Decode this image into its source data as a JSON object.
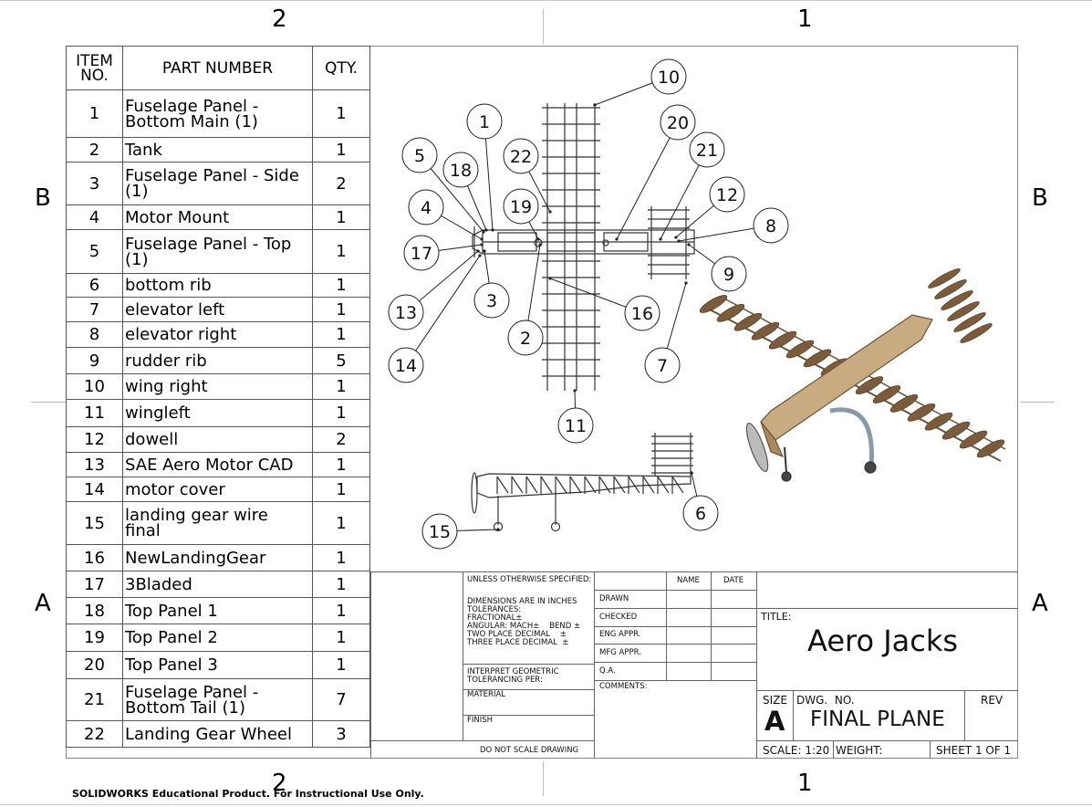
{
  "zones": {
    "top_left": "2",
    "top_right": "1",
    "bottom_left": "2",
    "bottom_right": "1",
    "side_upper": "B",
    "side_lower": "A"
  },
  "bom": {
    "headers": {
      "item": "ITEM\nNO.",
      "part": "PART NUMBER",
      "qty": "QTY."
    },
    "rows": [
      {
        "item": "1",
        "part": "Fuselage Panel -\nBottom Main (1)",
        "qty": "1"
      },
      {
        "item": "2",
        "part": "Tank",
        "qty": "1"
      },
      {
        "item": "3",
        "part": "Fuselage Panel - Side\n(1)",
        "qty": "2"
      },
      {
        "item": "4",
        "part": "Motor Mount",
        "qty": "1"
      },
      {
        "item": "5",
        "part": "Fuselage Panel - Top\n(1)",
        "qty": "1"
      },
      {
        "item": "6",
        "part": "bottom rib",
        "qty": "1"
      },
      {
        "item": "7",
        "part": "elevator left",
        "qty": "1"
      },
      {
        "item": "8",
        "part": "elevator right",
        "qty": "1"
      },
      {
        "item": "9",
        "part": "rudder rib",
        "qty": "5"
      },
      {
        "item": "10",
        "part": "wing right",
        "qty": "1"
      },
      {
        "item": "11",
        "part": "wingleft",
        "qty": "1"
      },
      {
        "item": "12",
        "part": "dowell",
        "qty": "2"
      },
      {
        "item": "13",
        "part": "SAE Aero Motor CAD",
        "qty": "1"
      },
      {
        "item": "14",
        "part": "motor cover",
        "qty": "1"
      },
      {
        "item": "15",
        "part": "landing gear wire\nfinal",
        "qty": "1"
      },
      {
        "item": "16",
        "part": "NewLandingGear",
        "qty": "1"
      },
      {
        "item": "17",
        "part": "3Bladed",
        "qty": "1"
      },
      {
        "item": "18",
        "part": "Top Panel 1",
        "qty": "1"
      },
      {
        "item": "19",
        "part": "Top Panel 2",
        "qty": "1"
      },
      {
        "item": "20",
        "part": "Top Panel 3",
        "qty": "1"
      },
      {
        "item": "21",
        "part": "Fuselage Panel -\nBottom Tail (1)",
        "qty": "7"
      },
      {
        "item": "22",
        "part": "Landing Gear Wheel",
        "qty": "3"
      }
    ]
  },
  "balloons": [
    "1",
    "2",
    "3",
    "4",
    "5",
    "6",
    "7",
    "8",
    "9",
    "10",
    "11",
    "12",
    "13",
    "14",
    "15",
    "16",
    "17",
    "18",
    "19",
    "20",
    "21",
    "22"
  ],
  "title_block": {
    "unless": "UNLESS OTHERWISE SPECIFIED:",
    "dims": "DIMENSIONS ARE IN INCHES",
    "tolerances": "TOLERANCES:",
    "fractional": "FRACTIONAL±",
    "angular": "ANGULAR: MACH±    BEND ±",
    "two_place": "TWO PLACE DECIMAL    ±",
    "three_place": "THREE PLACE DECIMAL  ±",
    "interpret": "INTERPRET GEOMETRIC",
    "tol_per": "TOLERANCING PER:",
    "material": "MATERIAL",
    "finish": "FINISH",
    "do_not_scale": "DO NOT SCALE DRAWING",
    "name_col": "NAME",
    "date_col": "DATE",
    "drawn": "DRAWN",
    "checked": "CHECKED",
    "eng_appr": "ENG APPR.",
    "mfg_appr": "MFG APPR.",
    "qa": "Q.A.",
    "comments": "COMMENTS:",
    "title_label": "TITLE:",
    "title": "Aero Jacks",
    "size_label": "SIZE",
    "size": "A",
    "dwg_label": "DWG.  NO.",
    "dwg_no": "FINAL PLANE",
    "rev_label": "REV",
    "scale": "SCALE: 1:20",
    "weight": "WEIGHT:",
    "sheet": "SHEET 1 OF 1"
  },
  "footer": "SOLIDWORKS Educational Product. For Instructional Use Only."
}
